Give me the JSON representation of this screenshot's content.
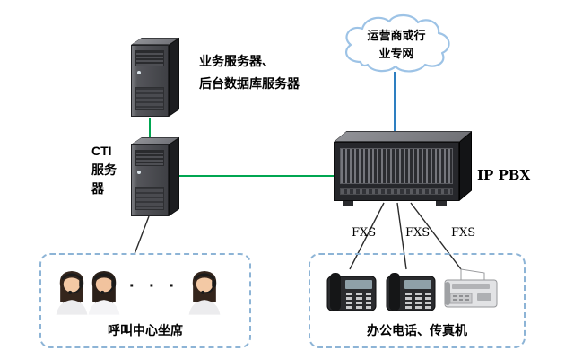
{
  "diagram": {
    "app_server": {
      "label": "业务服务器、\n后台数据库服务器"
    },
    "cti_server": {
      "label": "CTI\n服务\n器"
    },
    "cloud": {
      "label": "运营商或行\n业专网"
    },
    "ip_pbx": {
      "label": "IP PBX"
    },
    "fxs_labels": [
      "FXS",
      "FXS",
      "FXS"
    ],
    "call_center_box": {
      "label": "呼叫中心坐席",
      "ellipsis": "· · ·"
    },
    "office_box": {
      "label": "办公电话、传真机"
    }
  },
  "colors": {
    "server_link_green": "#00a651",
    "cloud_link_blue": "#2e7fc1",
    "device_link_black": "#2b2b2b",
    "dashed_box_border": "#8db4d6"
  }
}
